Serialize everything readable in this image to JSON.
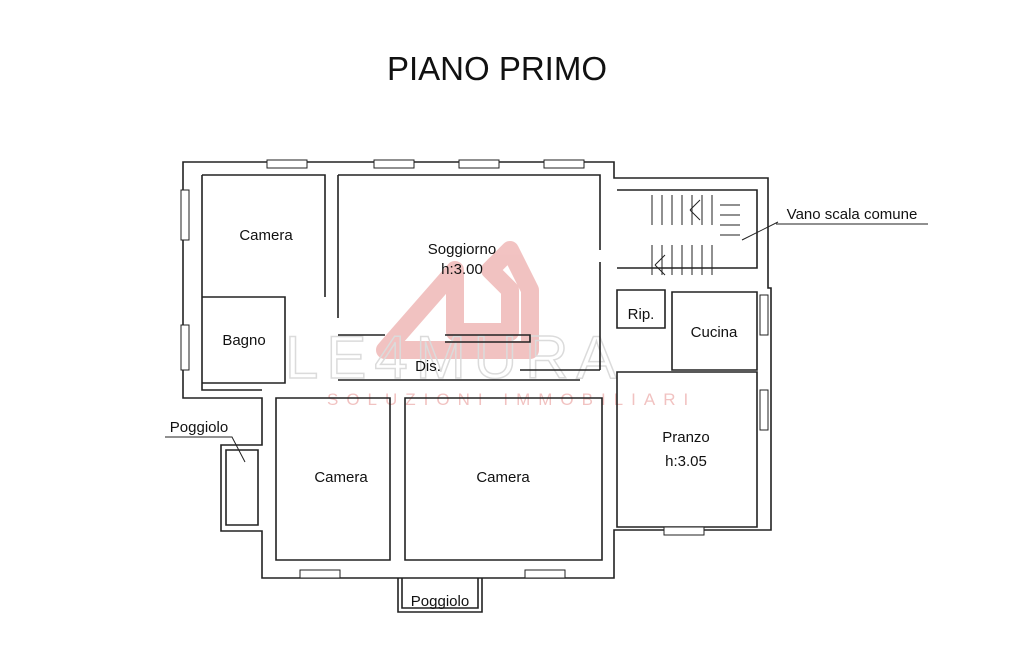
{
  "title": "PIANO PRIMO",
  "rooms": {
    "camera_top_left": "Camera",
    "soggiorno": "Soggiorno",
    "soggiorno_height": "h:3.00",
    "bagno": "Bagno",
    "ripostiglio": "Rip.",
    "cucina": "Cucina",
    "disimpegno": "Dis.",
    "pranzo": "Pranzo",
    "pranzo_height": "h:3.05",
    "camera_bottom_left": "Camera",
    "camera_bottom_center": "Camera",
    "poggiolo_left": "Poggiolo",
    "poggiolo_bottom": "Poggiolo"
  },
  "callouts": {
    "stair": "Vano scala comune"
  },
  "watermark": {
    "brand": "LE4MURA",
    "tagline": "SOLUZIONI IMMOBILIARI",
    "color": "#d9534f"
  },
  "colors": {
    "walls": "#222222",
    "background": "#ffffff"
  }
}
